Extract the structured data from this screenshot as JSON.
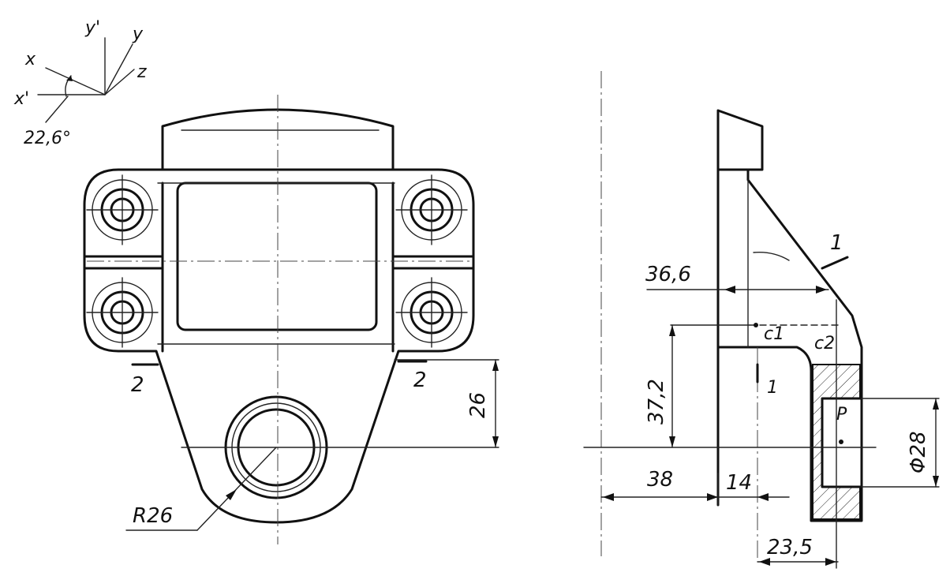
{
  "axes_labels": {
    "y_prime": "y'",
    "y": "y",
    "x": "x",
    "z": "z",
    "x_prime": "x'",
    "angle": "22,6°"
  },
  "front_view": {
    "section_mark_left": "2",
    "section_mark_right": "2",
    "dim_height": "26",
    "dim_radius": "R26"
  },
  "side_view": {
    "dim_angle_ref": "36,6",
    "dim_height": "37,2",
    "dim_offset_left": "38",
    "dim_offset_mid": "14",
    "dim_width": "23,5",
    "dim_diameter": "Φ28",
    "point_c1": "c1",
    "point_c2": "c2",
    "point_p": "P",
    "mark_1_top": "1",
    "mark_1_mid": "1"
  }
}
